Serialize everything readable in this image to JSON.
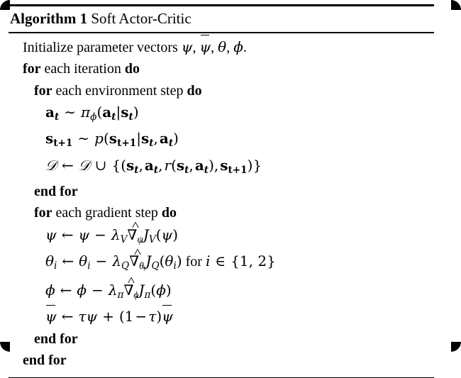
{
  "figure": {
    "kind": "algorithm-pseudocode-block",
    "title": {
      "keyword": "Algorithm 1",
      "name": "Soft Actor-Critic"
    },
    "rules": {
      "top": "thick-horizontal-rule",
      "under_title": "thin-horizontal-rule",
      "bottom": "thin-horizontal-rule"
    },
    "lines": [
      {
        "indent": 1,
        "name": "line-initialize",
        "segments": [
          {
            "type": "text",
            "value": "Initialize parameter vectors "
          },
          {
            "type": "math",
            "value": "ψ"
          },
          {
            "type": "text",
            "value": ", "
          },
          {
            "type": "math-bar",
            "value": "ψ"
          },
          {
            "type": "text",
            "value": ", "
          },
          {
            "type": "math",
            "value": "θ"
          },
          {
            "type": "text",
            "value": ", "
          },
          {
            "type": "math",
            "value": "ϕ"
          },
          {
            "type": "text",
            "value": "."
          }
        ],
        "plain": "Initialize parameter vectors ψ, ψ̄, θ, ϕ."
      },
      {
        "indent": 1,
        "name": "line-for-each-iteration",
        "plain": "for each iteration do",
        "keywords": [
          "for",
          "do"
        ]
      },
      {
        "indent": 2,
        "name": "line-for-each-environment-step",
        "plain": "for each environment step do",
        "keywords": [
          "for",
          "do"
        ]
      },
      {
        "indent": 3,
        "name": "line-sample-action",
        "plain": "a_t ~ π_ϕ(a_t|s_t)"
      },
      {
        "indent": 3,
        "name": "line-sample-next-state",
        "plain": "s_{t+1} ~ p(s_{t+1}|s_t, a_t)"
      },
      {
        "indent": 3,
        "name": "line-append-replay-buffer",
        "plain": "D ← D ∪ {(s_t, a_t, r(s_t, a_t), s_{t+1})}"
      },
      {
        "indent": 2,
        "name": "line-end-for-environment",
        "plain": "end for",
        "keywords": [
          "end for"
        ]
      },
      {
        "indent": 2,
        "name": "line-for-each-gradient-step",
        "plain": "for each gradient step do",
        "keywords": [
          "for",
          "do"
        ]
      },
      {
        "indent": 3,
        "name": "line-update-psi",
        "plain": "ψ ← ψ − λ_V ∇̂_ψ J_V(ψ)"
      },
      {
        "indent": 3,
        "name": "line-update-theta",
        "plain": "θ_i ← θ_i − λ_Q ∇̂_{θ_i} J_Q(θ_i) for i ∈ {1, 2}"
      },
      {
        "indent": 3,
        "name": "line-update-phi",
        "plain": "ϕ ← ϕ − λ_π ∇̂_ϕ J_π(ϕ)"
      },
      {
        "indent": 3,
        "name": "line-update-target-psi",
        "plain": "ψ̄ ← τψ + (1 − τ)ψ̄"
      },
      {
        "indent": 2,
        "name": "line-end-for-gradient",
        "plain": "end for",
        "keywords": [
          "end for"
        ]
      },
      {
        "indent": 1,
        "name": "line-end-for-iteration",
        "plain": "end for",
        "keywords": [
          "end for"
        ]
      }
    ],
    "symbols": {
      "psi": "ψ",
      "psi_bar": "ψ̄",
      "theta": "θ",
      "phi": "ϕ",
      "pi": "π",
      "lambda": "λ",
      "tau": "τ",
      "nabla_hat": "∇̂",
      "caligraphic_D": "𝒟",
      "arrow_left": "←",
      "tilde": "∼",
      "union": "∪",
      "element_of": "∈",
      "minus": "−",
      "plus": "+"
    },
    "keyword_labels": {
      "for": "for",
      "do": "do",
      "end_for": "end for",
      "each_iteration": "each iteration",
      "each_environment_step": "each environment step",
      "each_gradient_step": "each gradient step",
      "initialize_text": "Initialize parameter vectors",
      "for_i_in": "for",
      "set_1_2": "{1, 2}"
    },
    "colors": {
      "text": "#000000",
      "background": "#ffffff",
      "rule": "#000000"
    }
  }
}
